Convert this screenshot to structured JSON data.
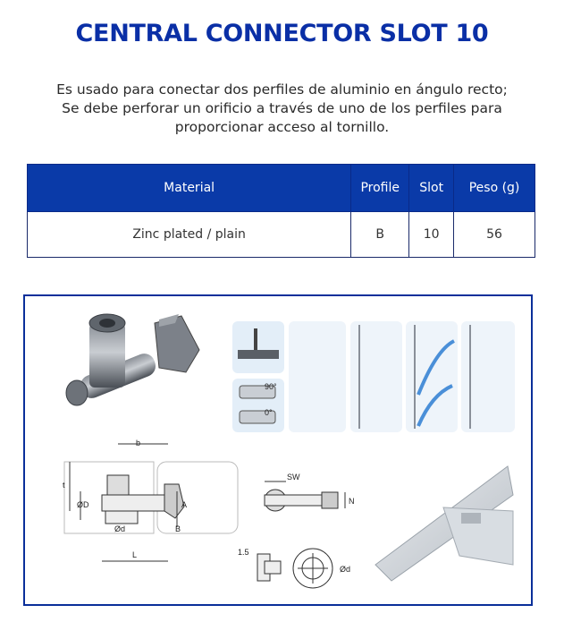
{
  "title": "CENTRAL CONNECTOR SLOT 10",
  "description": {
    "line1": "Es usado para conectar dos perfiles de aluminio en ángulo recto;",
    "line2": "Se debe perforar un orificio a través de uno de los perfiles para",
    "line3": "proporcionar acceso al tornillo."
  },
  "table": {
    "headers": [
      "Material",
      "Profile",
      "Slot",
      "Peso (g)"
    ],
    "rows": [
      [
        "Zinc plated / plain",
        "B",
        "10",
        "56"
      ]
    ]
  },
  "figure": {
    "angle_labels": [
      "90°",
      "0°"
    ],
    "dimension_labels": {
      "b": "b",
      "t": "t",
      "D": "ØD",
      "A": "A",
      "d": "Ød",
      "B": "B",
      "L": "L",
      "SW": "SW",
      "N": "N",
      "thick": "1.5",
      "pd": "Ød"
    }
  },
  "colors": {
    "title": "#0a2fa6",
    "header_bg": "#0a3aa8",
    "border": "#0a2f9a"
  }
}
